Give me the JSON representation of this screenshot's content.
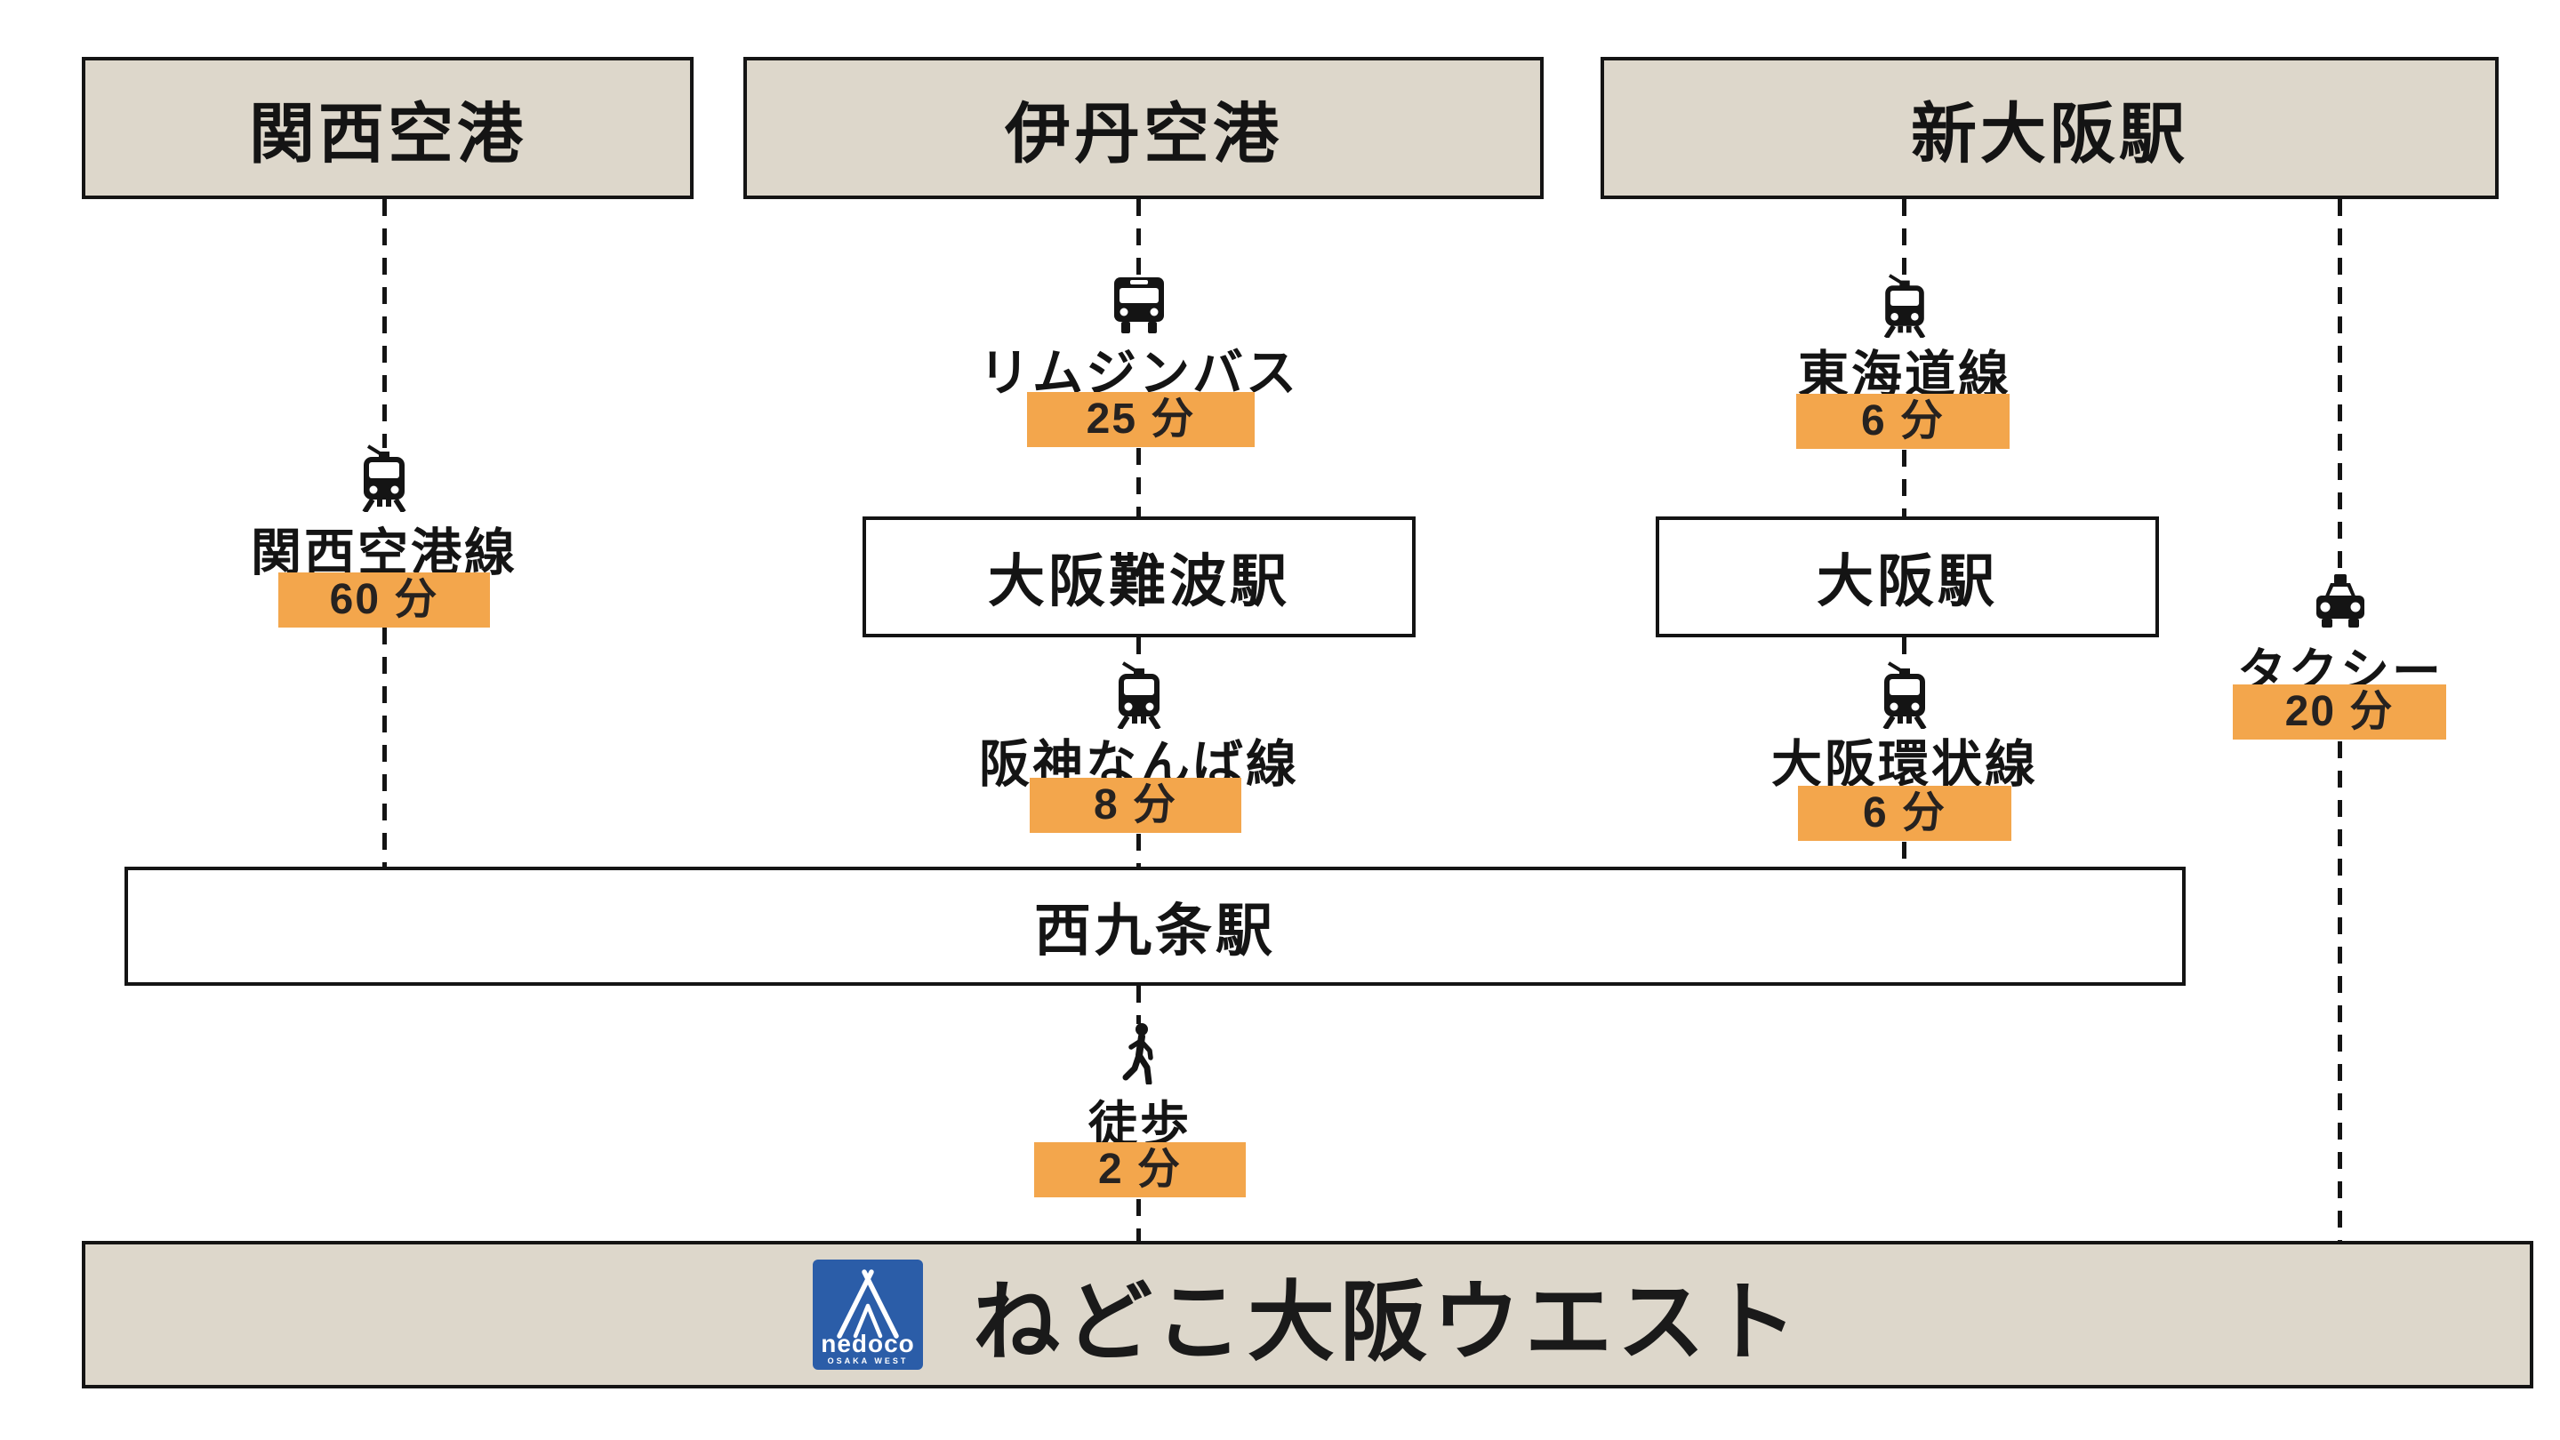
{
  "origins": [
    {
      "label": "関西空港"
    },
    {
      "label": "伊丹空港"
    },
    {
      "label": "新大阪駅"
    }
  ],
  "stations": [
    {
      "label": "大阪難波駅"
    },
    {
      "label": "大阪駅"
    },
    {
      "label": "西九条駅"
    }
  ],
  "legs": {
    "kansai_airport_line": {
      "label": "関西空港線",
      "duration": "60 分"
    },
    "limousine_bus": {
      "label": "リムジンバス",
      "duration": "25 分"
    },
    "hanshin_namba_line": {
      "label": "阪神なんば線",
      "duration": "8 分"
    },
    "tokaido_line": {
      "label": "東海道線",
      "duration": "6 分"
    },
    "osaka_loop_line": {
      "label": "大阪環状線",
      "duration": "6 分"
    },
    "taxi": {
      "label": "タクシー",
      "duration": "20 分"
    },
    "walk": {
      "label": "徒歩",
      "duration": "2 分"
    }
  },
  "destination": {
    "name": "ねどこ大阪ウエスト",
    "logo": {
      "text": "nedoco",
      "subtext": "OSAKA WEST"
    }
  },
  "colors": {
    "badge_orange": "#f3a64c",
    "badge_text": "#262220",
    "box_beige": "#ddd7cb",
    "line_black": "#141414",
    "logo_blue": "#2b5da8"
  },
  "icons": [
    "train-icon",
    "bus-icon",
    "taxi-icon",
    "walk-icon",
    "nedoco-logo"
  ]
}
